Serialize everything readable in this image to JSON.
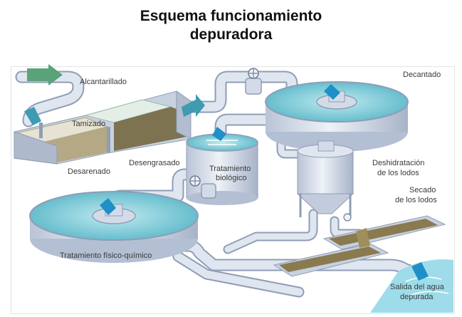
{
  "header": {
    "title_line1": "Esquema funcionamiento",
    "title_line2": "depuradora"
  },
  "labels": {
    "alcantarillado": "Alcantarillado",
    "tamizado": "Tamizado",
    "desarenado": "Desarenado",
    "desengrasado": "Desengrasado",
    "decantado": "Decantado",
    "tratamiento_biologico_1": "Tratamiento",
    "tratamiento_biologico_2": "biológico",
    "deshidratacion_1": "Deshidratación",
    "deshidratacion_2": "de los lodos",
    "secado_1": "Secado",
    "secado_2": "de los lodos",
    "fisico_quimico": "Tratamiento físico-químico",
    "salida_1": "Salida del agua",
    "salida_2": "depurada"
  },
  "colors": {
    "pipe": "#d3dbe9",
    "pipe_edge": "#8f9db5",
    "water": "#8fd3df",
    "water_dark": "#3f9bb0",
    "arrow": "#1f8fc7",
    "green_arrow": "#5aa37a",
    "sludge": "#8a7a4f"
  }
}
